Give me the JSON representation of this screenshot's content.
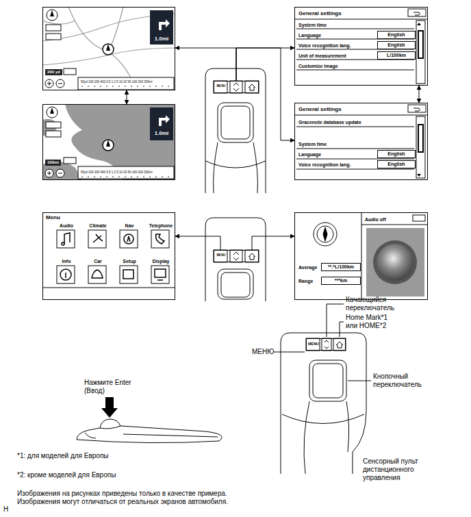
{
  "diagram": {
    "nodes": [
      {
        "text": [
          "1.0mi",
          "200 yd",
          "50yd 100 200 400 0.5 1 2 5 10 20 50 100 200 300mi"
        ]
      },
      {
        "text": [
          "1.0mi",
          "100mi",
          "50yd 100 200 400 0.5 1 2 5 10 20 50 100 200 300mi"
        ]
      },
      {
        "text": [
          "MENU"
        ]
      },
      {
        "text": [
          "General settings",
          "System time",
          "Language",
          "English",
          "Voice recognition lang.",
          "English",
          "Unit of measurement",
          "L/100km",
          "Customize image"
        ]
      },
      {
        "text": [
          "General settings",
          "Gracenote database update",
          "System time",
          "Language",
          "English",
          "Voice recognition lang.",
          "English"
        ]
      },
      {
        "text": [
          "Menu",
          "Audio",
          "Climate",
          "Nav",
          "Telephone",
          "Info",
          "Car",
          "Setup",
          "Display"
        ]
      },
      {
        "text": [
          "MENU"
        ]
      },
      {
        "text": [
          "Audio off",
          "Average",
          "**.*L/100km",
          "Range",
          "***km"
        ]
      },
      {
        "text": [
          "MENU"
        ]
      }
    ],
    "edges": [
      {
        "from": 0,
        "to": 1,
        "arrow": "both"
      },
      {
        "from": 2,
        "to": 0,
        "arrow": "to"
      },
      {
        "from": 2,
        "to": 3,
        "arrow": "to"
      },
      {
        "from": 2,
        "to": 4,
        "arrow": "to"
      },
      {
        "from": 3,
        "to": 4,
        "arrow": "both"
      },
      {
        "from": 6,
        "to": 5,
        "arrow": "to"
      },
      {
        "from": 6,
        "to": 7,
        "arrow": "to"
      }
    ],
    "labels": [
      "Качающийся переключатель",
      "Home Mark*1 или HOME*2",
      "МЕНЮ",
      "Кнопочный переключатель",
      "Нажмите Enter (Ввод)",
      "*1: для моделей для Европы",
      "*2: кроме моделей для Европы",
      "Сенсорный пульт дистанционного управления",
      "Изображения на рисунках приведены только в качестве примера. Изображения могут отличаться от реальных экранов автомобиля.",
      "H"
    ]
  }
}
